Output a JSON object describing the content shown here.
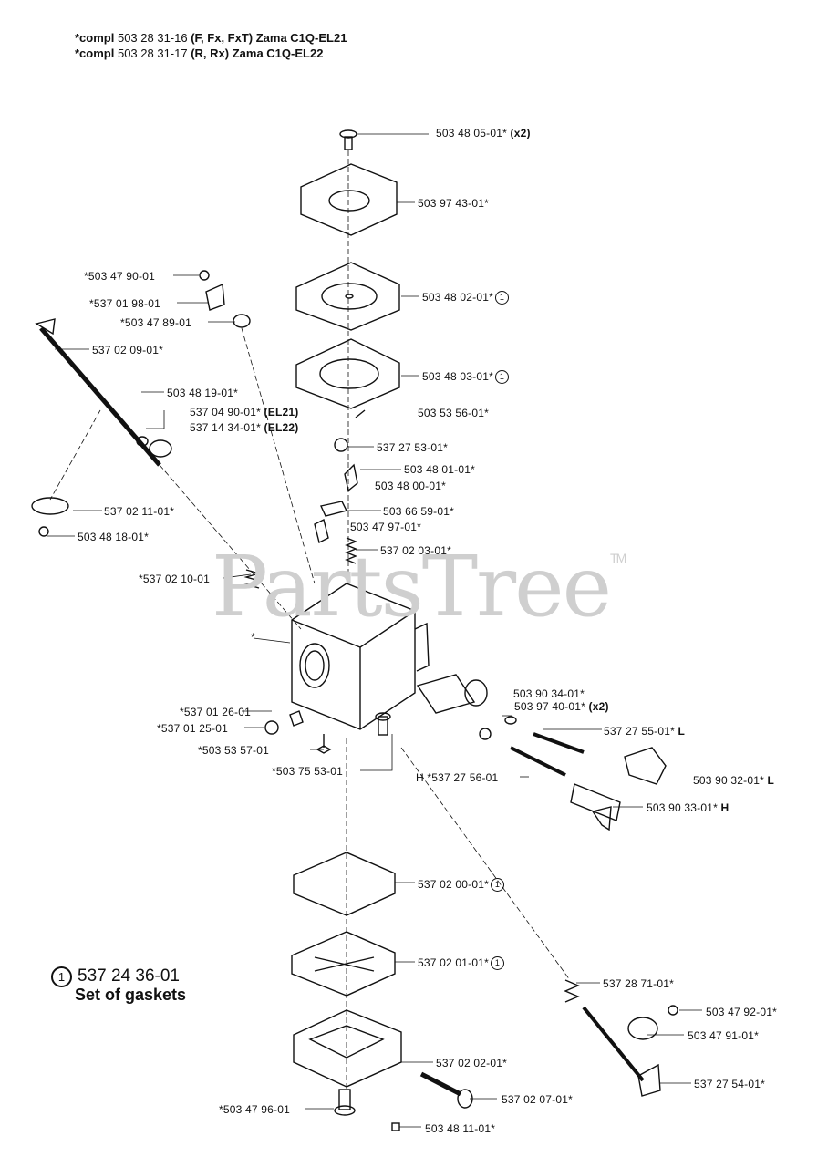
{
  "header": {
    "line1_bold": "*compl",
    "line1_num": "503 28 31-16",
    "line1_rest": "(F, Fx, FxT) Zama C1Q-EL21",
    "line2_bold": "*compl",
    "line2_num": "503 28 31-17",
    "line2_rest": "(R, Rx) Zama C1Q-EL22"
  },
  "watermark": {
    "text": "PartsTree",
    "tm": "TM"
  },
  "legend": {
    "number": "537 24 36-01",
    "circle": "1",
    "description": "Set of gaskets"
  },
  "labels": [
    {
      "id": "l01",
      "text": "503 48 05-01*",
      "suffix": "(x2)",
      "circle": ""
    },
    {
      "id": "l02",
      "text": "503 97 43-01*",
      "suffix": "",
      "circle": ""
    },
    {
      "id": "l03",
      "text": "*503 47 90-01",
      "suffix": "",
      "circle": ""
    },
    {
      "id": "l04",
      "text": "*537 01 98-01",
      "suffix": "",
      "circle": ""
    },
    {
      "id": "l05",
      "text": "503 48 02-01*",
      "suffix": "",
      "circle": "1"
    },
    {
      "id": "l06",
      "text": "*503 47 89-01",
      "suffix": "",
      "circle": ""
    },
    {
      "id": "l07",
      "text": "537 02 09-01*",
      "suffix": "",
      "circle": ""
    },
    {
      "id": "l08",
      "text": "503 48 03-01*",
      "suffix": "",
      "circle": "1"
    },
    {
      "id": "l09",
      "text": "503 48 19-01*",
      "suffix": "",
      "circle": ""
    },
    {
      "id": "l10",
      "text": "503 53 56-01*",
      "suffix": "",
      "circle": ""
    },
    {
      "id": "l11",
      "text": "537 04 90-01*",
      "suffix": "(EL21)",
      "circle": ""
    },
    {
      "id": "l12",
      "text": "537 14 34-01*",
      "suffix": "(EL22)",
      "circle": ""
    },
    {
      "id": "l13",
      "text": "537 27 53-01*",
      "suffix": "",
      "circle": ""
    },
    {
      "id": "l14",
      "text": "503 48 01-01*",
      "suffix": "",
      "circle": ""
    },
    {
      "id": "l15",
      "text": "503 48 00-01*",
      "suffix": "",
      "circle": ""
    },
    {
      "id": "l16",
      "text": "537 02 11-01*",
      "suffix": "",
      "circle": ""
    },
    {
      "id": "l17",
      "text": "503 66 59-01*",
      "suffix": "",
      "circle": ""
    },
    {
      "id": "l18",
      "text": "503 47 97-01*",
      "suffix": "",
      "circle": ""
    },
    {
      "id": "l19",
      "text": "503 48 18-01*",
      "suffix": "",
      "circle": ""
    },
    {
      "id": "l20",
      "text": "537 02 03-01*",
      "suffix": "",
      "circle": ""
    },
    {
      "id": "l21",
      "text": "*537 02 10-01",
      "suffix": "",
      "circle": ""
    },
    {
      "id": "l22",
      "text": "*",
      "suffix": "",
      "circle": ""
    },
    {
      "id": "l23",
      "text": "503 90 34-01*",
      "suffix": "",
      "circle": ""
    },
    {
      "id": "l24",
      "text": "503 97 40-01*",
      "suffix": "(x2)",
      "circle": ""
    },
    {
      "id": "l25",
      "text": "*537 01 26-01",
      "suffix": "",
      "circle": ""
    },
    {
      "id": "l26",
      "text": "*537 01 25-01",
      "suffix": "",
      "circle": ""
    },
    {
      "id": "l27",
      "text": "537 27 55-01*",
      "suffix": "L",
      "circle": ""
    },
    {
      "id": "l28",
      "text": "*503 53 57-01",
      "suffix": "",
      "circle": ""
    },
    {
      "id": "l29",
      "text": "*503 75 53-01",
      "suffix": "",
      "circle": ""
    },
    {
      "id": "l30",
      "text": "H *537 27 56-01",
      "suffix": "",
      "circle": ""
    },
    {
      "id": "l31",
      "text": "503 90 32-01*",
      "suffix": "L",
      "circle": ""
    },
    {
      "id": "l32",
      "text": "503 90 33-01*",
      "suffix": "H",
      "circle": ""
    },
    {
      "id": "l33",
      "text": "537 02 00-01*",
      "suffix": "",
      "circle": "1"
    },
    {
      "id": "l34",
      "text": "537 02 01-01*",
      "suffix": "",
      "circle": "1"
    },
    {
      "id": "l35",
      "text": "537 28 71-01*",
      "suffix": "",
      "circle": ""
    },
    {
      "id": "l36",
      "text": "503 47 92-01*",
      "suffix": "",
      "circle": ""
    },
    {
      "id": "l37",
      "text": "503 47 91-01*",
      "suffix": "",
      "circle": ""
    },
    {
      "id": "l38",
      "text": "537 02 02-01*",
      "suffix": "",
      "circle": ""
    },
    {
      "id": "l39",
      "text": "537 27 54-01*",
      "suffix": "",
      "circle": ""
    },
    {
      "id": "l40",
      "text": "537 02 07-01*",
      "suffix": "",
      "circle": ""
    },
    {
      "id": "l41",
      "text": "*503 47 96-01",
      "suffix": "",
      "circle": ""
    },
    {
      "id": "l42",
      "text": "503 48 11-01*",
      "suffix": "",
      "circle": ""
    }
  ]
}
